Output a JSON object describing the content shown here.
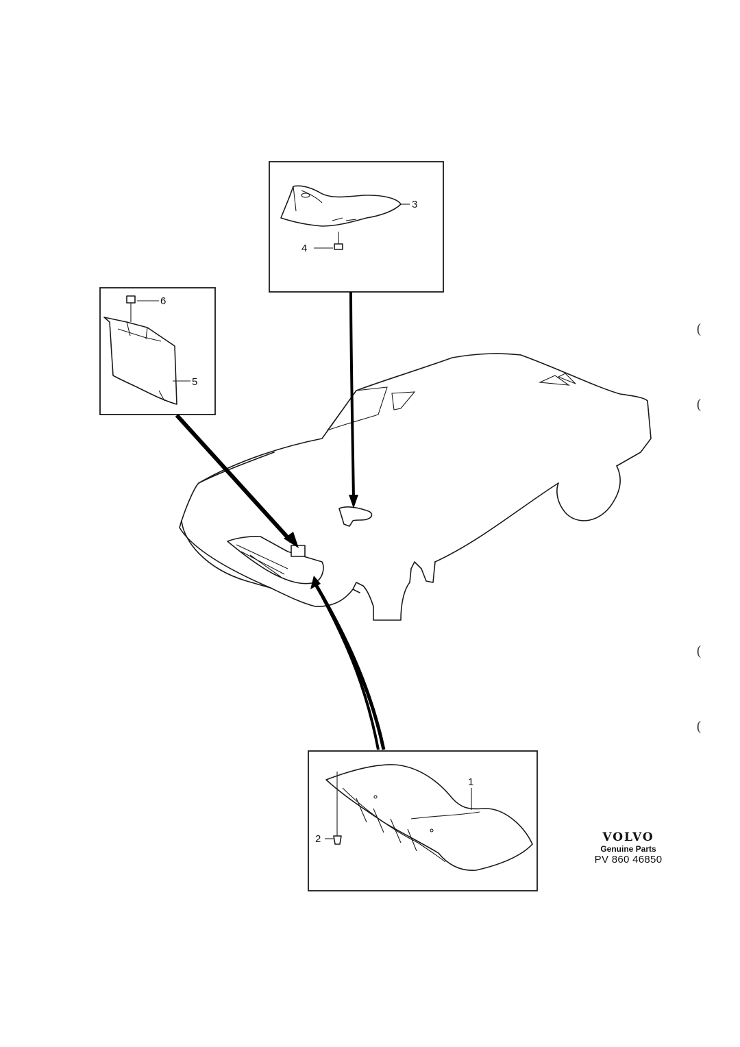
{
  "callouts": {
    "c1": "1",
    "c2": "2",
    "c3": "3",
    "c4": "4",
    "c5": "5",
    "c6": "6"
  },
  "brand": {
    "logo": "VOLVO",
    "subtitle": "Genuine Parts",
    "reference": "PV 860 46850"
  },
  "margin_marks": [
    "(",
    "(",
    "(",
    "("
  ]
}
